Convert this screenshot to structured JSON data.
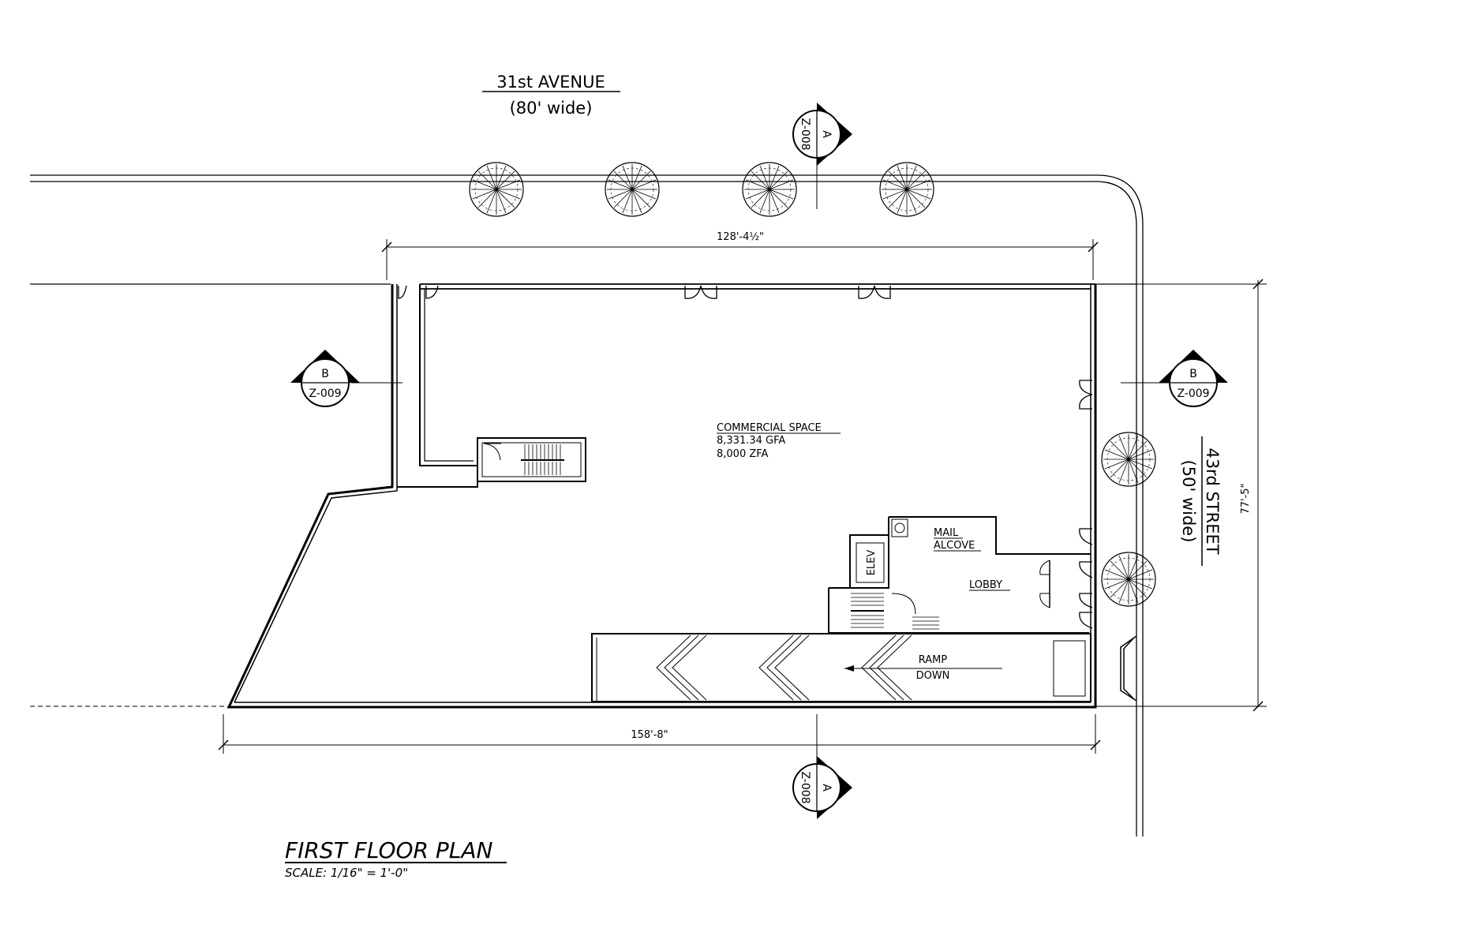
{
  "streets": {
    "north": {
      "name": "31st  AVENUE",
      "width": "(80' wide)"
    },
    "east": {
      "name": "43rd  STREET",
      "width": "(50' wide)"
    }
  },
  "dimensions": {
    "top": "128'-4½\"",
    "bottom": "158'-8\"",
    "right": "77'-5\""
  },
  "section_markers": {
    "a_top": {
      "letter": "A",
      "sheet": "Z-008"
    },
    "a_bottom": {
      "letter": "A",
      "sheet": "Z-008"
    },
    "b_left": {
      "letter": "B",
      "sheet": "Z-009"
    },
    "b_right": {
      "letter": "B",
      "sheet": "Z-009"
    }
  },
  "rooms": {
    "commercial": {
      "name": "COMMERCIAL SPACE",
      "gfa": "8,331.34 GFA",
      "zfa": "8,000 ZFA"
    },
    "mail_line1": "MAIL",
    "mail_line2": "ALCOVE",
    "lobby": "LOBBY",
    "elevator": "ELEV",
    "ramp_line1": "RAMP",
    "ramp_line2": "DOWN"
  },
  "title_block": {
    "title": "FIRST FLOOR PLAN",
    "scale": "SCALE:  1/16\" = 1'-0\""
  },
  "colors": {
    "ink": "#000000",
    "paper": "#ffffff"
  }
}
